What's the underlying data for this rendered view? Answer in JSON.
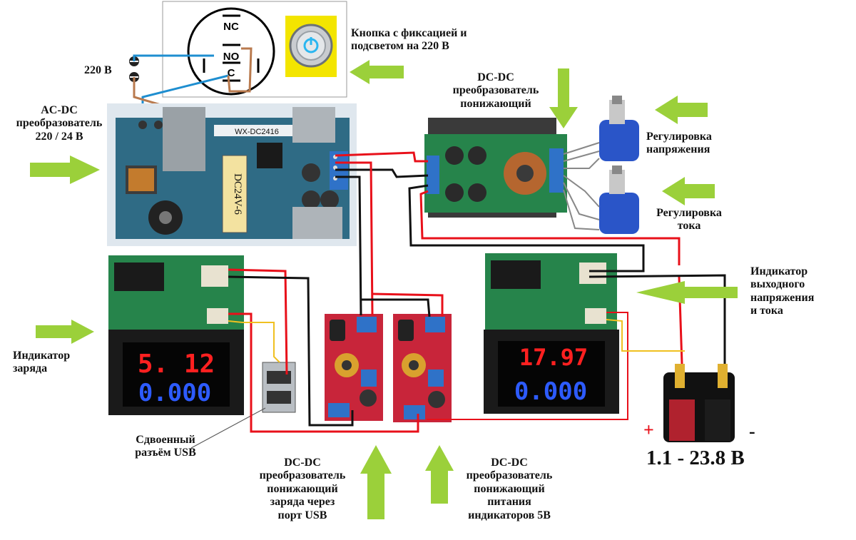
{
  "colors": {
    "arrow": "#9bd03a",
    "wire_red": "#e8101a",
    "wire_black": "#111111",
    "wire_blue": "#1e8ed0",
    "wire_brown": "#b97a4e",
    "wire_yellow": "#f0c020",
    "pcb_green": "#2e7c46",
    "display_red": "#ff2020",
    "display_blue": "#2d5bff",
    "trimmer_blue": "#2a55c8"
  },
  "switch": {
    "terminal_nc": "NC",
    "terminal_no": "NO",
    "terminal_c": "C",
    "label": "Кнопка с фиксацией и\nподсветом на 220 В"
  },
  "mains": {
    "label": "220 В"
  },
  "acdc": {
    "label": "AC-DC\nпреобразователь\n220 / 24 В",
    "model_text": "WX-DC2416",
    "output_text": "DC24V-6"
  },
  "dcdc_main": {
    "label": "DC-DC\nпреобразователь\nпонижающий"
  },
  "voltage_adj": {
    "label": "Регулировка\nнапряжения"
  },
  "current_adj": {
    "label": "Регулировка\nтока"
  },
  "charge_indicator": {
    "label": "Индикатор\nзаряда",
    "voltage_reading": "5. 12",
    "current_reading": "0.000"
  },
  "output_indicator": {
    "label": "Индикатор\nвыходного\nнапряжения\n и тока",
    "voltage_reading": "17.97",
    "current_reading": "0.000"
  },
  "usb": {
    "label": "Сдвоенный\nразъём USB"
  },
  "dcdc_usb": {
    "label": "DC-DC\nпреобразователь\nпонижающий\nзаряда через\nпорт USB"
  },
  "dcdc_indicators": {
    "label": "DC-DC\nпреобразователь\nпонижающий\nпитания\nиндикаторов 5В"
  },
  "output": {
    "plus_sign": "+",
    "minus_sign": "-",
    "range": "1.1 -  23.8 В"
  }
}
